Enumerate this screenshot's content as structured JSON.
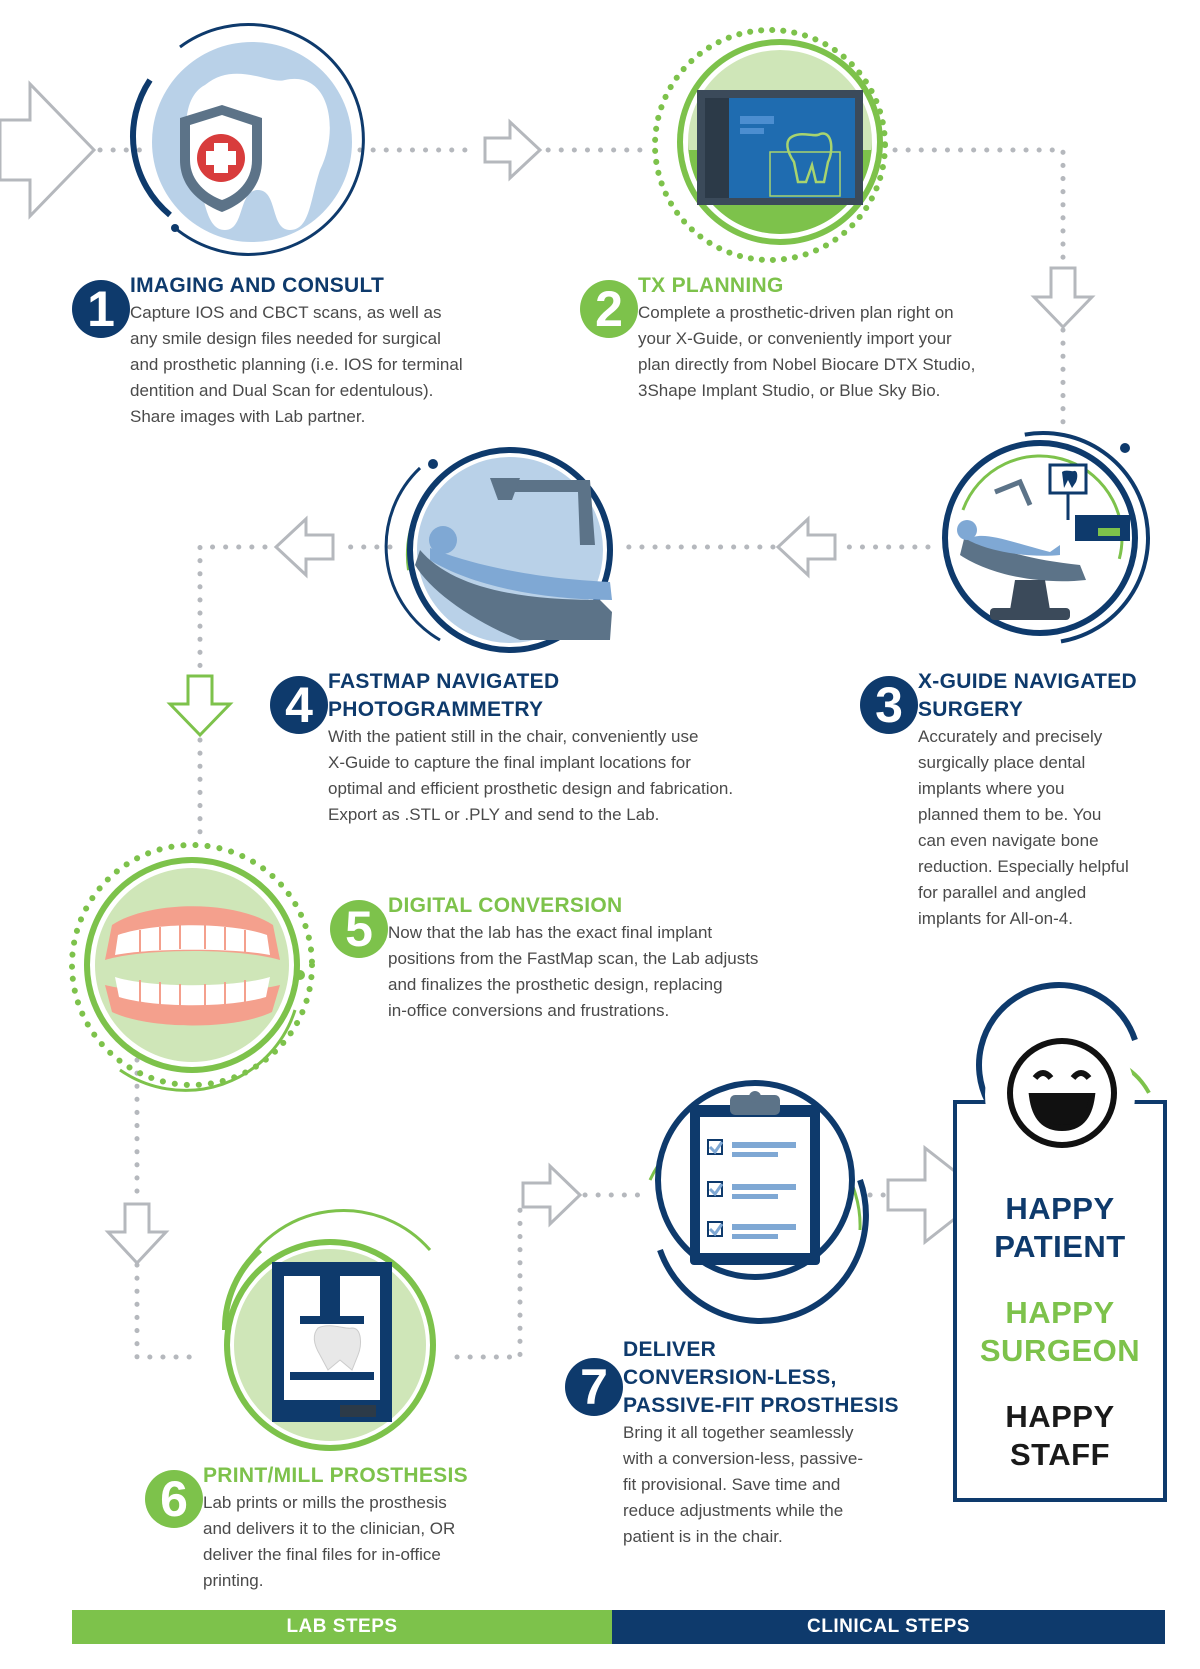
{
  "colors": {
    "navy": "#0e3a6c",
    "green": "#7dc24b",
    "light_blue": "#b9d1e8",
    "light_green": "#cfe6b8",
    "arrow_gray": "#b5b8bd",
    "dot_gray": "#b5b8bd",
    "text": "#4a4a4a"
  },
  "steps": [
    {
      "number": "1",
      "title_lines": [
        "IMAGING AND CONSULT"
      ],
      "text_lines": [
        "Capture IOS and CBCT scans, as well as",
        "any smile design files needed for surgical",
        "and prosthetic planning (i.e. IOS for terminal",
        "dentition and Dual Scan for edentulous).",
        "Share images with Lab partner."
      ],
      "icon": "tooth-shield-icon"
    },
    {
      "number": "2",
      "title_lines": [
        "TX PLANNING"
      ],
      "text_lines": [
        "Complete a prosthetic-driven plan right on",
        "your X-Guide, or conveniently import your",
        "plan directly from Nobel Biocare DTX Studio,",
        "3Shape Implant Studio, or Blue Sky Bio."
      ],
      "icon": "planning-monitor-icon"
    },
    {
      "number": "3",
      "title_lines": [
        "X-GUIDE NAVIGATED",
        "SURGERY"
      ],
      "text_lines": [
        "Accurately and precisely",
        "surgically place dental",
        "implants where you",
        "planned them to be. You",
        "can even navigate bone",
        "reduction. Especially helpful",
        "for parallel and angled",
        "implants for All-on-4."
      ],
      "icon": "surgery-chair-icon"
    },
    {
      "number": "4",
      "title_lines": [
        "FASTMAP NAVIGATED",
        "PHOTOGRAMMETRY"
      ],
      "text_lines": [
        "With the patient still in the chair, conveniently use",
        "X-Guide to capture the final implant locations for",
        "optimal and efficient prosthetic design and fabrication.",
        "Export as .STL or .PLY and send to the Lab."
      ],
      "icon": "dental-chair-icon"
    },
    {
      "number": "5",
      "title_lines": [
        "DIGITAL CONVERSION"
      ],
      "text_lines": [
        "Now that the lab has the exact final implant",
        "positions from the FastMap scan, the Lab adjusts",
        "and finalizes the prosthetic design, replacing",
        "in-office conversions and frustrations."
      ],
      "icon": "denture-icon"
    },
    {
      "number": "6",
      "title_lines": [
        "PRINT/MILL PROSTHESIS"
      ],
      "text_lines": [
        "Lab prints or mills the prosthesis",
        "and delivers it to the clinician, OR",
        "deliver the final files for in-office",
        "printing."
      ],
      "icon": "3d-printer-icon"
    },
    {
      "number": "7",
      "title_lines": [
        "DELIVER",
        "CONVERSION-LESS,",
        "PASSIVE-FIT PROSTHESIS"
      ],
      "text_lines": [
        "Bring it all together seamlessly",
        "with a conversion-less, passive-",
        "fit provisional. Save time and",
        "reduce adjustments while the",
        "patient is in the chair."
      ],
      "icon": "clipboard-checklist-icon"
    }
  ],
  "outcomes": [
    {
      "lines": [
        "HAPPY",
        "PATIENT"
      ],
      "color": "#0e3a6c"
    },
    {
      "lines": [
        "HAPPY",
        "SURGEON"
      ],
      "color": "#7dc24b"
    },
    {
      "lines": [
        "HAPPY",
        "STAFF"
      ],
      "color": "#1a1a1a"
    }
  ],
  "outcome_icon": "smiley-face-icon",
  "legend": {
    "lab": "LAB STEPS",
    "clinical": "CLINICAL STEPS"
  }
}
